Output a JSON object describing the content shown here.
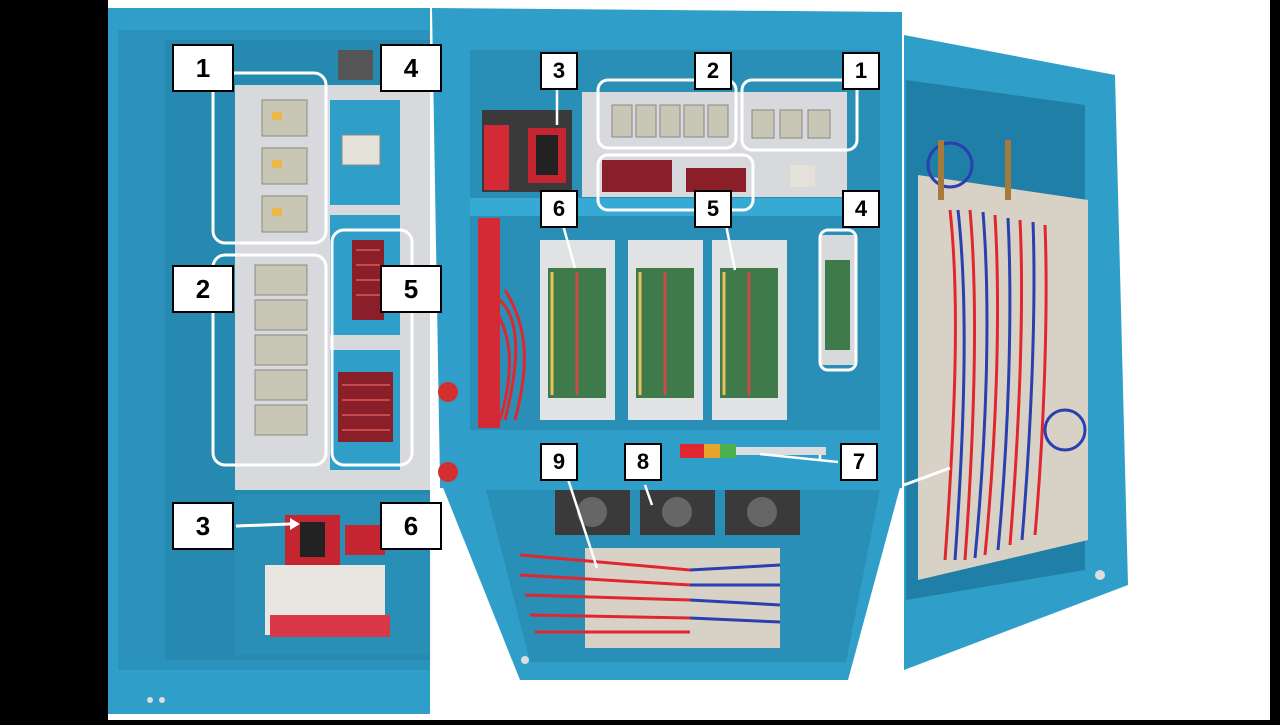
{
  "image": {
    "description_alt": "Three views of a blue industrial electrical control cabinet with numbered component callouts",
    "colors": {
      "background": "#000000",
      "white_field": "#ffffff",
      "cabinet_blue": "#2f9fc9",
      "cabinet_blue_dark": "#1f7fa6",
      "panel_grey": "#d7d9dc",
      "wire_red": "#e0262e",
      "wire_blue": "#2a3fb0",
      "pcb_green": "#3f7a4a",
      "callout_outline": "#ffffff"
    }
  },
  "callouts": {
    "left": [
      "1",
      "4",
      "2",
      "5",
      "3",
      "6"
    ],
    "center": [
      "3",
      "2",
      "1",
      "6",
      "5",
      "4",
      "9",
      "8",
      "7"
    ]
  }
}
